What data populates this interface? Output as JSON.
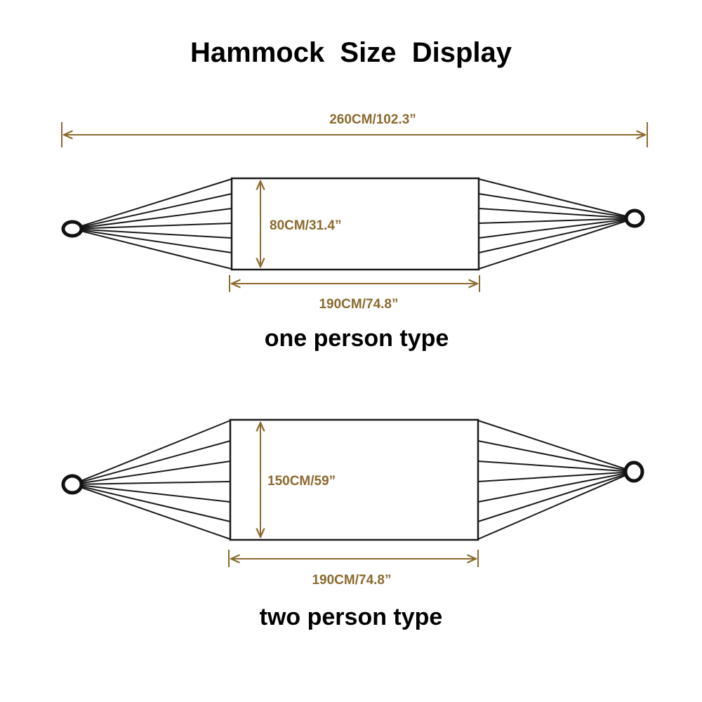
{
  "title": "Hammock  Size  Display",
  "colors": {
    "dimension": "#8B6A2E",
    "outline": "#1a1a1a",
    "text": "#000000"
  },
  "overall_length": "260CM/102.3”",
  "hammocks": [
    {
      "width_label": "80CM/31.4”",
      "length_label": "190CM/74.8”",
      "caption": "one person type"
    },
    {
      "width_label": "150CM/59”",
      "length_label": "190CM/74.8”",
      "caption": "two person type"
    }
  ]
}
